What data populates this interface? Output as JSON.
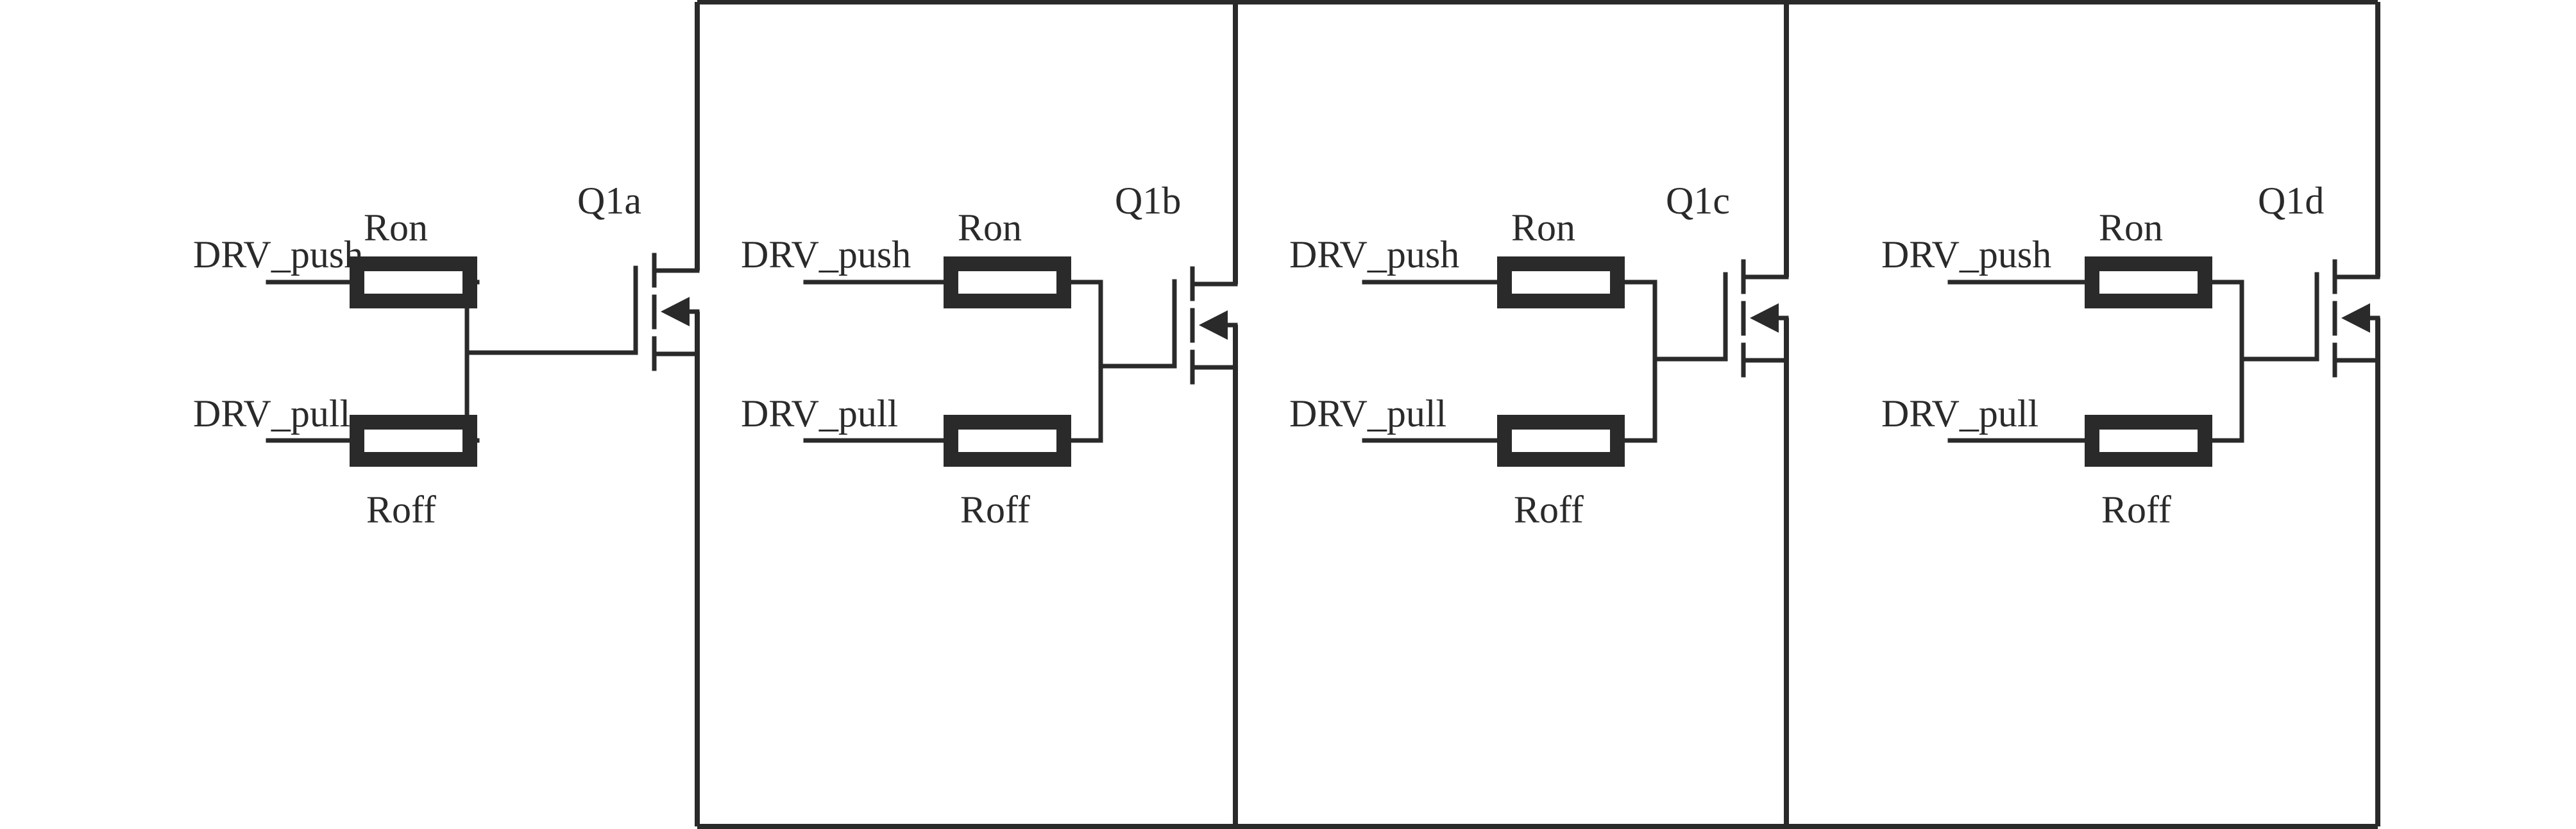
{
  "diagram": {
    "type": "gate-driver schematic",
    "description": "Four parallel MOSFETs each driven through a push (Ron) and pull (Roff) resistor network, drains tied to a common top bus and sources tied to a common bottom bus",
    "colors": {
      "ink": "#2b2a2b",
      "background": "#ffffff"
    },
    "stages": [
      {
        "id": "Q1a",
        "transistor_label": "Q1a",
        "push_label": "DRV_push",
        "pull_label": "DRV_pull",
        "ron_label": "Ron",
        "roff_label": "Roff"
      },
      {
        "id": "Q1b",
        "transistor_label": "Q1b",
        "push_label": "DRV_push",
        "pull_label": "DRV_pull",
        "ron_label": "Ron",
        "roff_label": "Roff"
      },
      {
        "id": "Q1c",
        "transistor_label": "Q1c",
        "push_label": "DRV_push",
        "pull_label": "DRV_pull",
        "ron_label": "Ron",
        "roff_label": "Roff"
      },
      {
        "id": "Q1d",
        "transistor_label": "Q1d",
        "push_label": "DRV_push",
        "pull_label": "DRV_pull",
        "ron_label": "Ron",
        "roff_label": "Roff"
      }
    ],
    "connections": [
      "DRV_push -> Ron -> gate node",
      "DRV_pull -> Roff -> gate node",
      "gate node -> MOSFET gate",
      "all drains -> top bus",
      "all sources -> bottom bus"
    ]
  }
}
